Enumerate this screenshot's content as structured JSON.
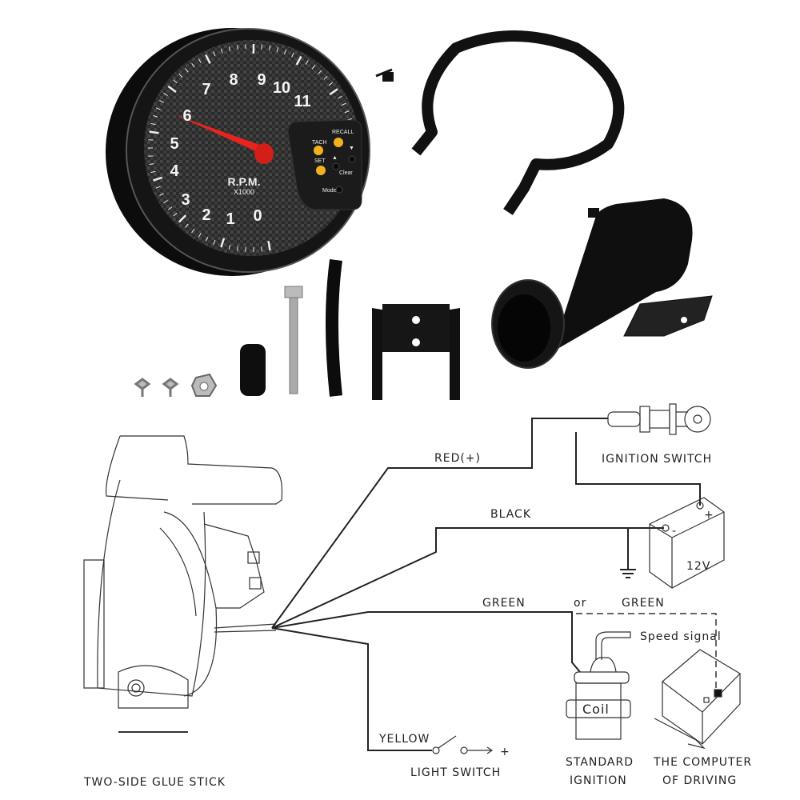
{
  "gauge": {
    "numbers": [
      "0",
      "1",
      "2",
      "3",
      "4",
      "5",
      "6",
      "7",
      "8",
      "9",
      "10",
      "11"
    ],
    "unit": "R.P.M.",
    "multiplier": "X1000",
    "buttons": {
      "tach": "TACH",
      "recall": "RECALL",
      "set": "SET",
      "up": "▲",
      "down": "▼",
      "clear": "Clear",
      "mode": "Mode"
    },
    "colors": {
      "needle": "#e8241c",
      "button": "#f2b21c",
      "face": "#2a2a2a"
    }
  },
  "diagram": {
    "red_wire": "RED(+)",
    "ignition_switch": "IGNITION SWITCH",
    "black_wire": "BLACK",
    "battery_voltage": "12V",
    "battery_minus": "-",
    "battery_plus": "+",
    "green_wire": "GREEN",
    "or": "or",
    "green_wire_alt": "GREEN",
    "speed_signal": "Speed signal",
    "coil": "Coil",
    "standard_ignition_1": "STANDARD",
    "standard_ignition_2": "IGNITION",
    "computer_1": "THE COMPUTER",
    "computer_2": "OF DRIVING",
    "yellow_wire": "YELLOW",
    "light_switch": "LIGHT SWITCH",
    "light_plus": "+",
    "glue_stick": "TWO-SIDE GLUE STICK"
  }
}
